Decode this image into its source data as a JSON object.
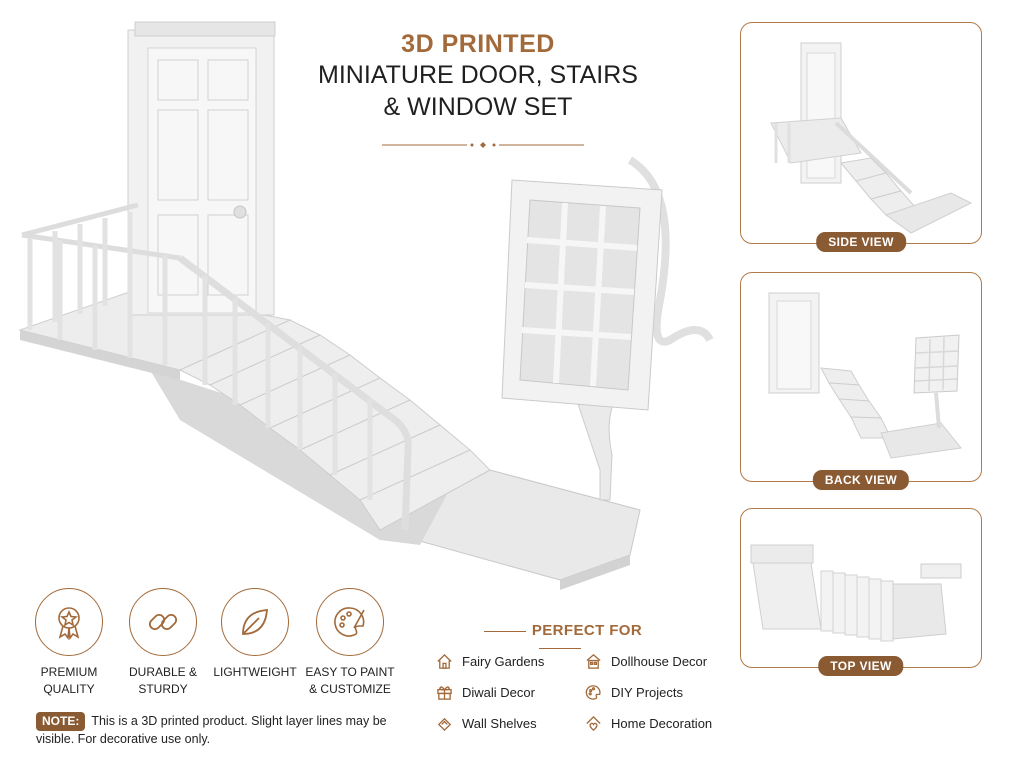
{
  "title": {
    "accent": "3D PRINTED",
    "line1": "MINIATURE DOOR, STAIRS",
    "line2": "& WINDOW SET"
  },
  "views": [
    {
      "label": "SIDE VIEW"
    },
    {
      "label": "BACK VIEW"
    },
    {
      "label": "TOP VIEW"
    }
  ],
  "features": [
    {
      "icon": "award-ribbon-icon",
      "line1": "PREMIUM",
      "line2": "QUALITY"
    },
    {
      "icon": "chain-link-icon",
      "line1": "DURABLE &",
      "line2": "STURDY"
    },
    {
      "icon": "leaf-icon",
      "line1": "LIGHTWEIGHT",
      "line2": ""
    },
    {
      "icon": "paint-palette-icon",
      "line1": "EASY TO PAINT",
      "line2": "& CUSTOMIZE"
    }
  ],
  "note": {
    "tag": "NOTE:",
    "text": "This is a 3D printed product. Slight layer lines may be visible. For decorative use only."
  },
  "perfect_for": {
    "heading": "PERFECT FOR",
    "items": [
      {
        "icon": "house-icon",
        "label": "Fairy Gardens"
      },
      {
        "icon": "dollhouse-icon",
        "label": "Dollhouse Decor"
      },
      {
        "icon": "gift-icon",
        "label": "Diwali Decor"
      },
      {
        "icon": "palette-icon",
        "label": "DIY Projects"
      },
      {
        "icon": "shelf-icon",
        "label": "Wall Shelves"
      },
      {
        "icon": "home-decor-icon",
        "label": "Home Decoration"
      }
    ]
  },
  "colors": {
    "accent": "#a26a3a",
    "badge": "#8a5a33",
    "model": "#eeeeee",
    "model_shadow": "#c9c9c9"
  }
}
